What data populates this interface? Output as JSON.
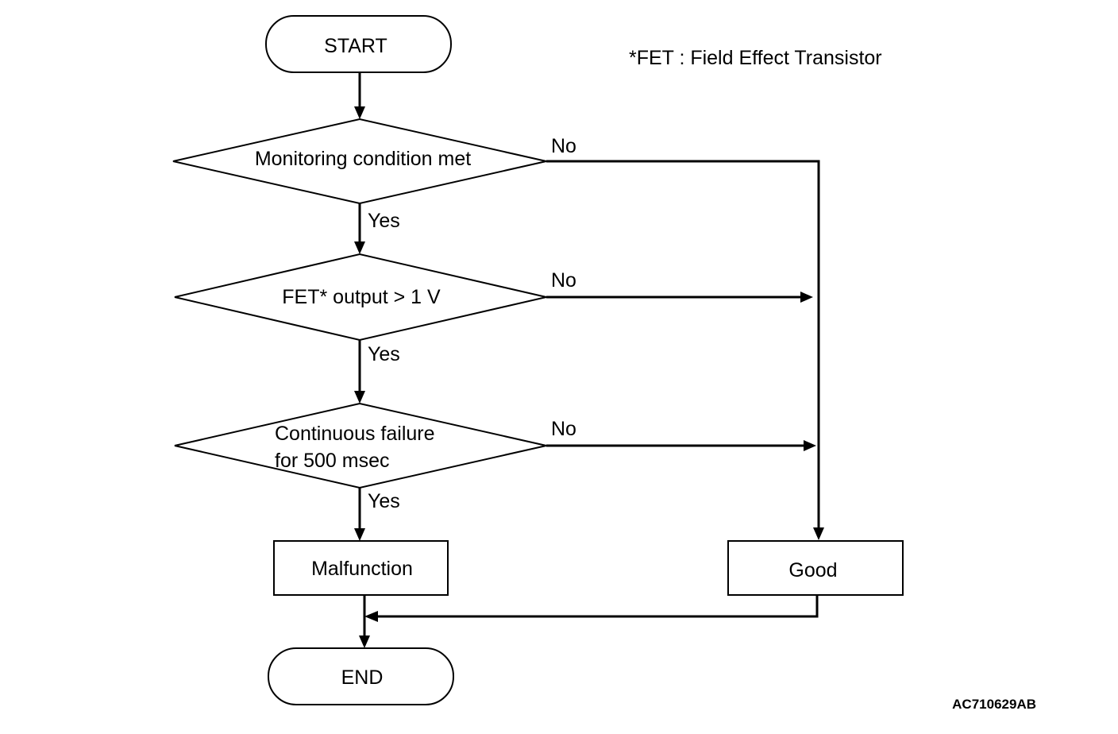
{
  "nodes": {
    "start": "START",
    "decision_monitoring": "Monitoring condition met",
    "decision_fet": "FET* output > 1 V",
    "decision_continuous_line1": "Continuous failure",
    "decision_continuous_line2": "for 500 msec",
    "malfunction": "Malfunction",
    "good": "Good",
    "end": "END"
  },
  "edge_labels": {
    "monitoring_no": "No",
    "monitoring_yes": "Yes",
    "fet_no": "No",
    "fet_yes": "Yes",
    "continuous_no": "No",
    "continuous_yes": "Yes"
  },
  "footnote": "*FET : Field Effect Transistor",
  "figure_code": "AC710629AB"
}
